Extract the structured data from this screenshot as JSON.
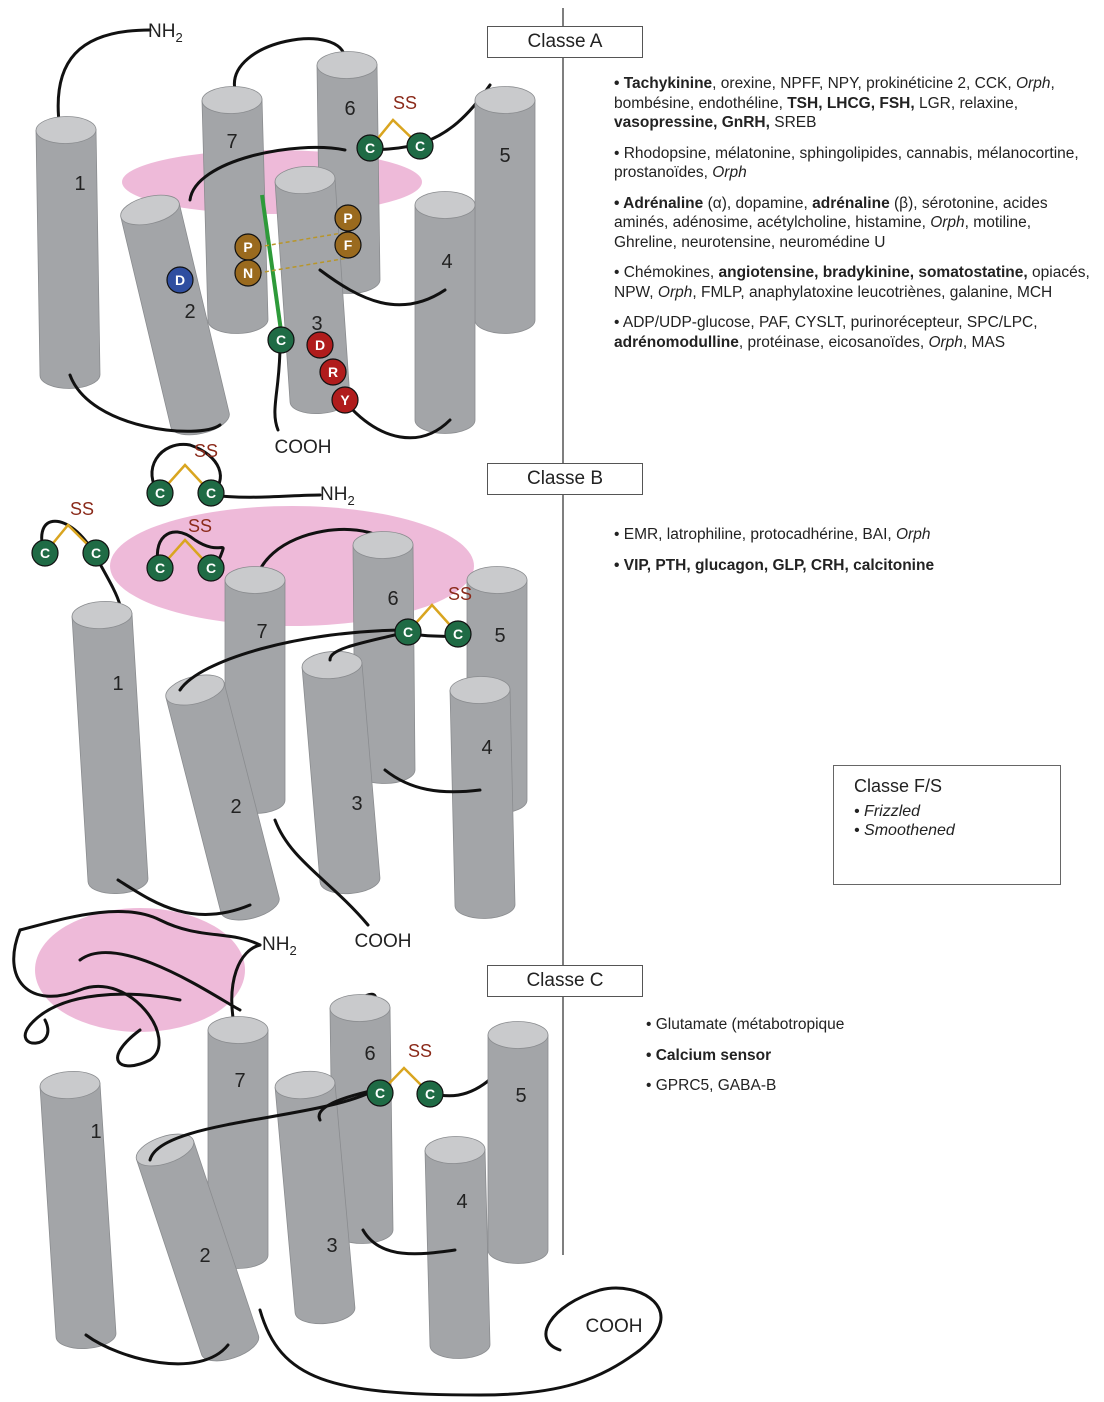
{
  "classes": {
    "a": {
      "title": "Classe A"
    },
    "b": {
      "title": "Classe B"
    },
    "c": {
      "title": "Classe C"
    },
    "fs": {
      "title": "Classe F/S",
      "items": [
        "• Frizzled",
        "• Smoothened"
      ]
    }
  },
  "diagram_labels": {
    "nh2": "NH",
    "nh2_sub": "2",
    "cooh": "COOH",
    "ss": "SS",
    "cys": "C",
    "helix_numbers": [
      "1",
      "2",
      "3",
      "4",
      "5",
      "6",
      "7"
    ],
    "motif_residues": [
      "D",
      "P",
      "N",
      "P",
      "F",
      "D",
      "R",
      "Y"
    ]
  },
  "ligands": {
    "a": [
      [
        [
          "b",
          "• Tachykinine"
        ],
        [
          "t",
          ", orexine, NPFF, NPY, prokinéticine 2, CCK, "
        ],
        [
          "i",
          "Orph"
        ],
        [
          "t",
          ", bombésine, endothéline, "
        ],
        [
          "b",
          "TSH, LHCG, FSH,"
        ],
        [
          "t",
          " LGR, relaxine, "
        ],
        [
          "b",
          "vasopressine, GnRH,"
        ],
        [
          "t",
          " SREB"
        ]
      ],
      [
        [
          "t",
          "• Rhodopsine, mélatonine, sphingolipides, cannabis, mélanocortine, prostanoïdes, "
        ],
        [
          "i",
          "Orph"
        ]
      ],
      [
        [
          "b",
          "• Adrénaline"
        ],
        [
          "t",
          " (α), dopamine, "
        ],
        [
          "b",
          "adrénaline"
        ],
        [
          "t",
          " (β), sérotonine, acides aminés, adénosime, acétylcholine, histamine, "
        ],
        [
          "i",
          "Orph"
        ],
        [
          "t",
          ", motiline, Ghreline, neurotensine, neuromédine U"
        ]
      ],
      [
        [
          "t",
          "• Chémokines, "
        ],
        [
          "b",
          "angiotensine, bradykinine, somatostatine,"
        ],
        [
          "t",
          " opiacés, NPW, "
        ],
        [
          "i",
          "Orph"
        ],
        [
          "t",
          ", FMLP, anaphylatoxine leucotriènes, galanine, MCH"
        ]
      ],
      [
        [
          "t",
          "• ADP/UDP-glucose, PAF, CYSLT, purinorécepteur, SPC/LPC, "
        ],
        [
          "b",
          "adrénomodulline"
        ],
        [
          "t",
          ", protéinase, eicosanoïdes, "
        ],
        [
          "i",
          "Orph"
        ],
        [
          "t",
          ", MAS"
        ]
      ]
    ],
    "b": [
      [
        [
          "t",
          "• EMR, latrophiline, protocadhérine, BAI, "
        ],
        [
          "i",
          "Orph"
        ]
      ],
      [
        [
          "b",
          "• VIP, PTH, glucagon, GLP, CRH, calcitonine"
        ]
      ]
    ],
    "c": [
      [
        [
          "t",
          "• Glutamate (métabotropique"
        ]
      ],
      [
        [
          "b",
          "• Calcium sensor"
        ]
      ],
      [
        [
          "t",
          "• GPRC5, GABA-B"
        ]
      ]
    ]
  },
  "colors": {
    "helix": "#a3a5a8",
    "helix_top": "#c9cacc",
    "cysteine": "#1f6b45",
    "ss_bond": "#d9a520",
    "ss_text": "#8b2a1a",
    "pocket": "#e8a3cc",
    "motif_brown": "#9a6a1e",
    "motif_red": "#b01c1c",
    "motif_blue": "#2f4ea0",
    "conserved_line": "#2e9a3a"
  }
}
